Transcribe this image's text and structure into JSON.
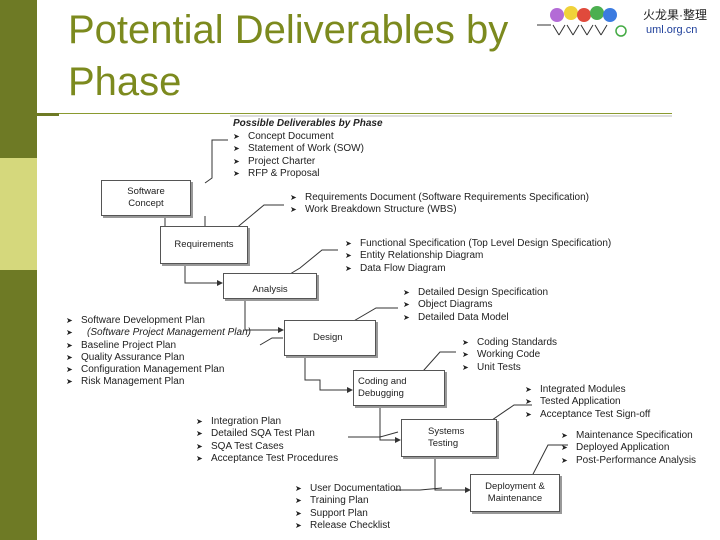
{
  "slide": {
    "title": "Potential Deliverables by\nPhase"
  },
  "logo": {
    "chinese": "火龙果·整理",
    "url": "uml.org.cn"
  },
  "diagram": {
    "header": "Possible Deliverables by Phase",
    "phases": [
      {
        "label": "Software\nConcept"
      },
      {
        "label": "Requirements"
      },
      {
        "label": "Analysis"
      },
      {
        "label": "Design"
      },
      {
        "label": "Coding and\nDebugging"
      },
      {
        "label": "Systems\nTesting"
      },
      {
        "label": "Deployment &\nMaintenance"
      }
    ],
    "lists": {
      "concept": [
        "Concept Document",
        "Statement of Work (SOW)",
        "Project Charter",
        "RFP & Proposal"
      ],
      "requirements": [
        "Requirements Document (Software Requirements Specification)",
        "Work Breakdown Structure (WBS)"
      ],
      "analysis": [
        "Functional Specification (Top Level Design Specification)",
        "Entity Relationship Diagram",
        "Data Flow Diagram"
      ],
      "design_out": [
        "Detailed Design Specification",
        "Object Diagrams",
        "Detailed Data Model"
      ],
      "planning": [
        "Software Development Plan",
        "(Software Project Management Plan)",
        "Baseline Project Plan",
        "Quality Assurance Plan",
        "Configuration Management Plan",
        "Risk Management Plan"
      ],
      "coding": [
        "Coding Standards",
        "Working Code",
        "Unit Tests"
      ],
      "testing_out": [
        "Integrated Modules",
        "Tested Application",
        "Acceptance Test Sign-off"
      ],
      "test_plans": [
        "Integration Plan",
        "Detailed SQA Test Plan",
        "SQA Test Cases",
        "Acceptance Test Procedures"
      ],
      "deployment_out": [
        "Maintenance Specification",
        "Deployed Application",
        "Post-Performance Analysis"
      ],
      "user_docs": [
        "User Documentation",
        "Training Plan",
        "Support Plan",
        "Release Checklist"
      ]
    }
  },
  "colors": {
    "title": "#7c8a1e",
    "sidebar_dark": "#6e7a25",
    "sidebar_light": "#d5d87c"
  }
}
